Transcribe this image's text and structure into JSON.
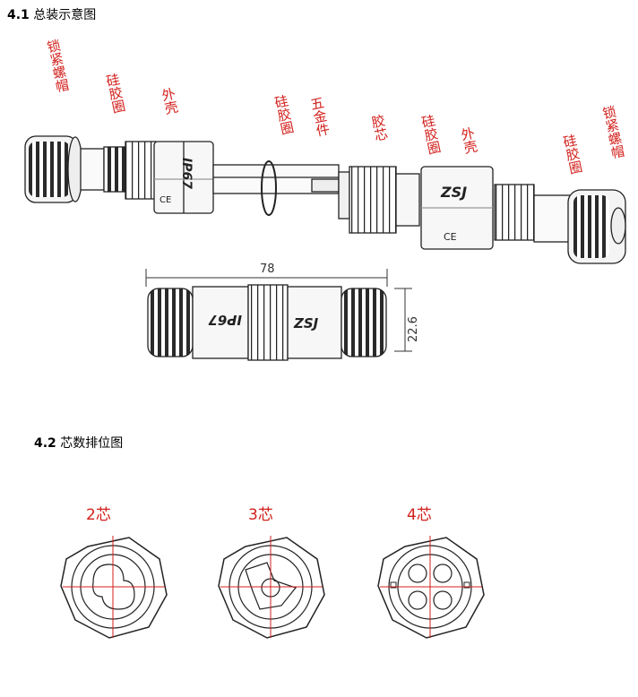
{
  "section1": {
    "num": "4.1",
    "title": "总装示意图"
  },
  "section2": {
    "num": "4.2",
    "title": "芯数排位图"
  },
  "labels": {
    "lock_nut_left": "锁紧螺帽",
    "seal_left": "硅胶圈",
    "shell_left": "外壳",
    "seal_mid": "硅胶圈",
    "hardware": "五金件",
    "rubber_core": "胶芯",
    "seal_mid2": "硅胶圈",
    "shell_right": "外壳",
    "seal_right": "硅胶圈",
    "lock_nut_right": "锁紧螺帽"
  },
  "marks": {
    "ip": "IP67",
    "brand": "ZSJ",
    "ce": "CE"
  },
  "dimensions": {
    "length": "78",
    "diameter": "22.6"
  },
  "pins": [
    {
      "label": "2芯"
    },
    {
      "label": "3芯"
    },
    {
      "label": "4芯"
    }
  ]
}
